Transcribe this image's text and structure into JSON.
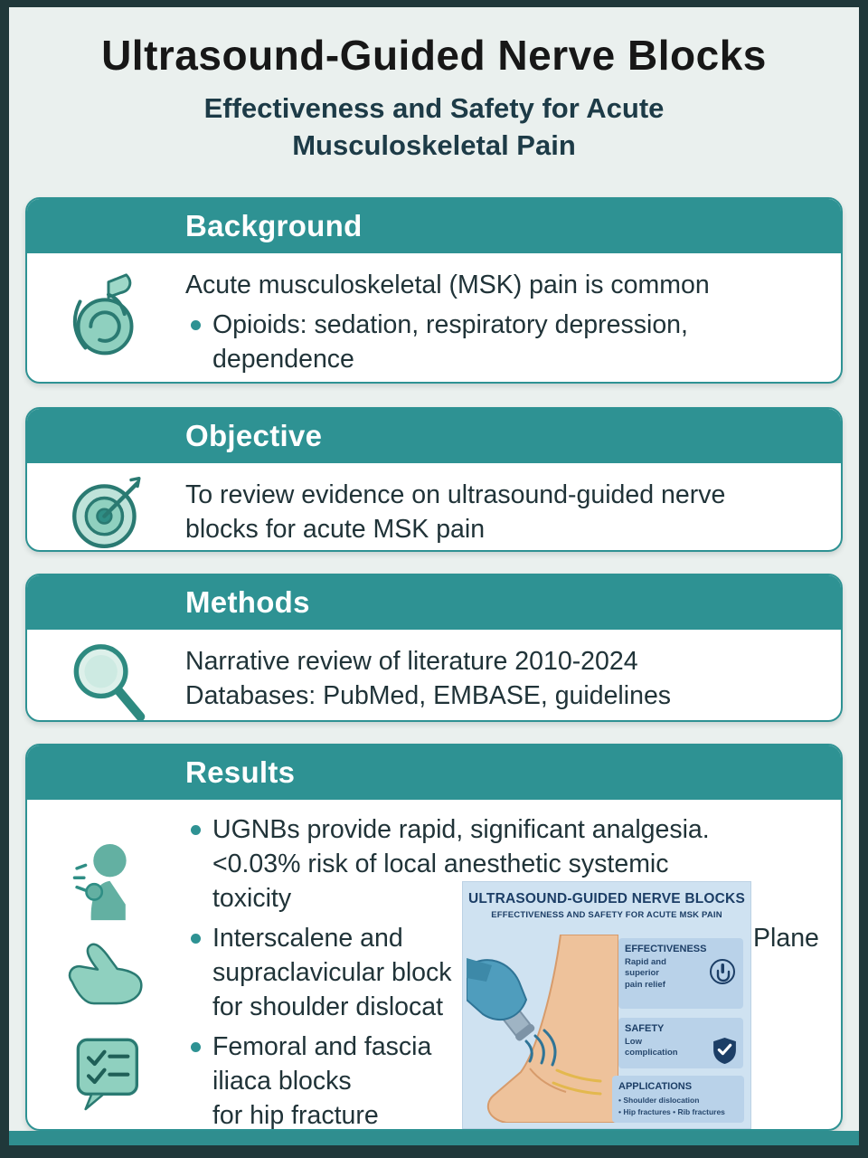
{
  "header": {
    "title": "Ultrasound-Guided Nerve Blocks",
    "subtitle": "Effectiveness and Safety for Acute\nMusculoskeletal Pain"
  },
  "sections": {
    "background": {
      "heading": "Background",
      "line1": "Acute musculoskeletal (MSK) pain is common",
      "bullet1": "Opioids: sedation, respiratory depression,\ndependence"
    },
    "objective": {
      "heading": "Objective",
      "body": "To review evidence on ultrasound-guided nerve\nblocks for acute MSK pain"
    },
    "methods": {
      "heading": "Methods",
      "body": "Narrative review of literature 2010-2024\nDatabases: PubMed, EMBASE, guidelines"
    },
    "results": {
      "heading": "Results",
      "bullet1": "UGNBs provide rapid, significant analgesia.\n<0.03% risk of local anesthetic systemic\ntoxicity",
      "bullet2": "Interscalene and\nsupraclavicular block\nfor shoulder dislocat",
      "bullet3": "Femoral and fascia\niliaca blocks\nfor hip fracture",
      "fragment": "Plane"
    }
  },
  "inset": {
    "title": "ULTRASOUND-GUIDED NERVE BLOCKS",
    "subtitle": "EFFECTIVENESS AND SAFETY FOR ACUTE MSK PAIN",
    "effectiveness": {
      "heading": "EFFECTIVENESS",
      "body": "Rapid and\nsuperior\npain relief"
    },
    "safety": {
      "heading": "SAFETY",
      "body": "Low\ncomplication"
    },
    "applications": {
      "heading": "APPLICATIONS",
      "items": "• Shoulder dislocation\n• Hip fractures   • Rib fractures"
    }
  },
  "colors": {
    "teal_header": "#2e9293",
    "frame_dark": "#20383a",
    "paper": "#eaf0ee",
    "navy": "#1c3e66",
    "inset_bg": "#cfe2f1",
    "inset_card_bg": "#b9d2e9",
    "icon_teal": "#8fd0bf",
    "text_dark": "#203338"
  }
}
